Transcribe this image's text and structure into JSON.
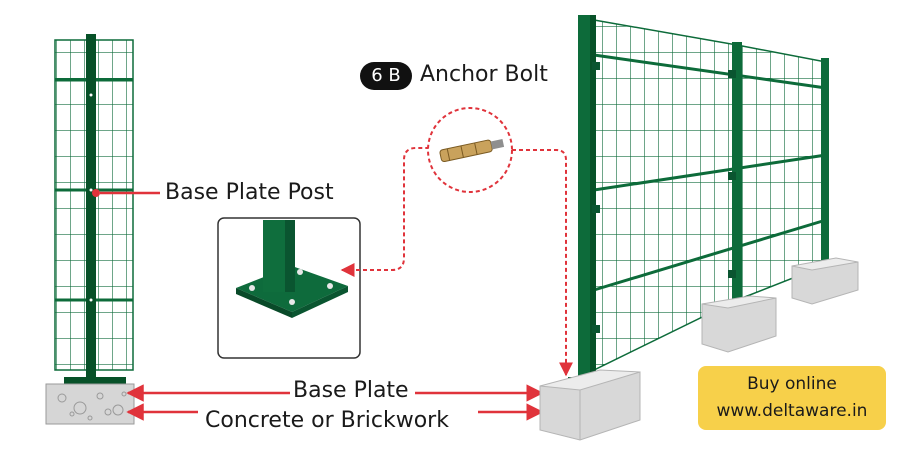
{
  "labels": {
    "base_plate_post": "Base Plate Post",
    "anchor_badge": "6 B",
    "anchor_bolt": "Anchor Bolt",
    "base_plate": "Base Plate",
    "concrete": "Concrete or Brickwork"
  },
  "promo": {
    "line1": "Buy online",
    "line2": "www.deltaware.in"
  },
  "colors": {
    "fence_green": "#0d6b3a",
    "fence_dark": "#075128",
    "annotation_red": "#e0333b",
    "promo_yellow": "#f7d04a",
    "concrete_grey": "#d8d8d8"
  },
  "icons": {
    "anchor_bolt_image": "anchor-bolt-icon",
    "base_plate_photo": "base-plate-photo-icon"
  }
}
